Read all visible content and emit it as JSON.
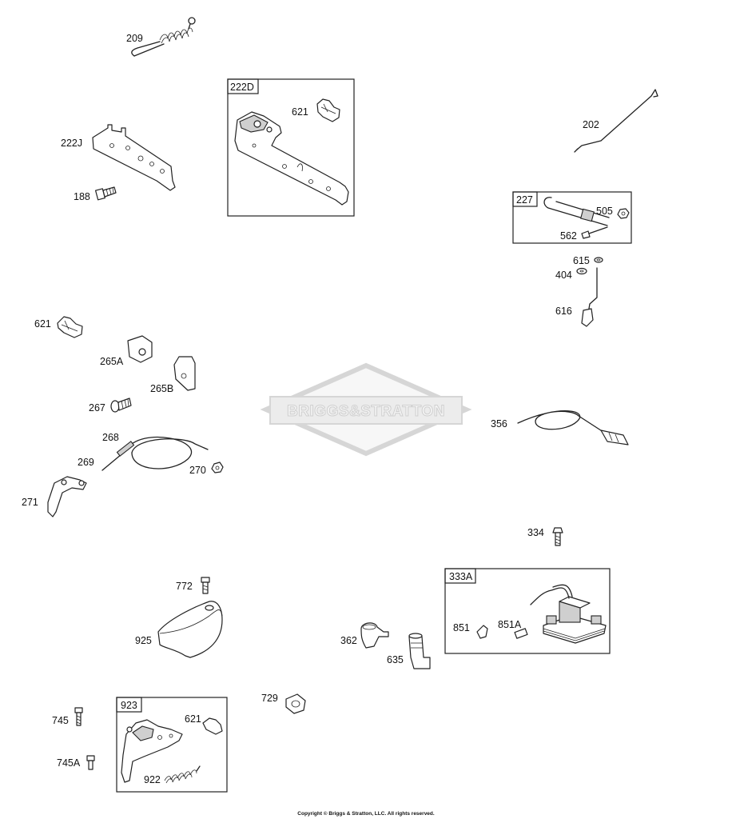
{
  "brand_watermark": "BRIGGS&STRATTON",
  "copyright": "Copyright © Briggs & Stratton, LLC. All rights reserved.",
  "callouts": {
    "p209": "209",
    "p222D": "222D",
    "p621_box": "621",
    "p202": "202",
    "p222J": "222J",
    "p188": "188",
    "p227": "227",
    "p505": "505",
    "p562": "562",
    "p615": "615",
    "p404": "404",
    "p616": "616",
    "p621": "621",
    "p265A": "265A",
    "p265B": "265B",
    "p267": "267",
    "p268": "268",
    "p269": "269",
    "p270": "270",
    "p271": "271",
    "p356": "356",
    "p334": "334",
    "p333A": "333A",
    "p851": "851",
    "p851A": "851A",
    "p772": "772",
    "p925": "925",
    "p362": "362",
    "p635": "635",
    "p729": "729",
    "p923": "923",
    "p621_923": "621",
    "p745": "745",
    "p745A": "745A",
    "p922": "922"
  }
}
